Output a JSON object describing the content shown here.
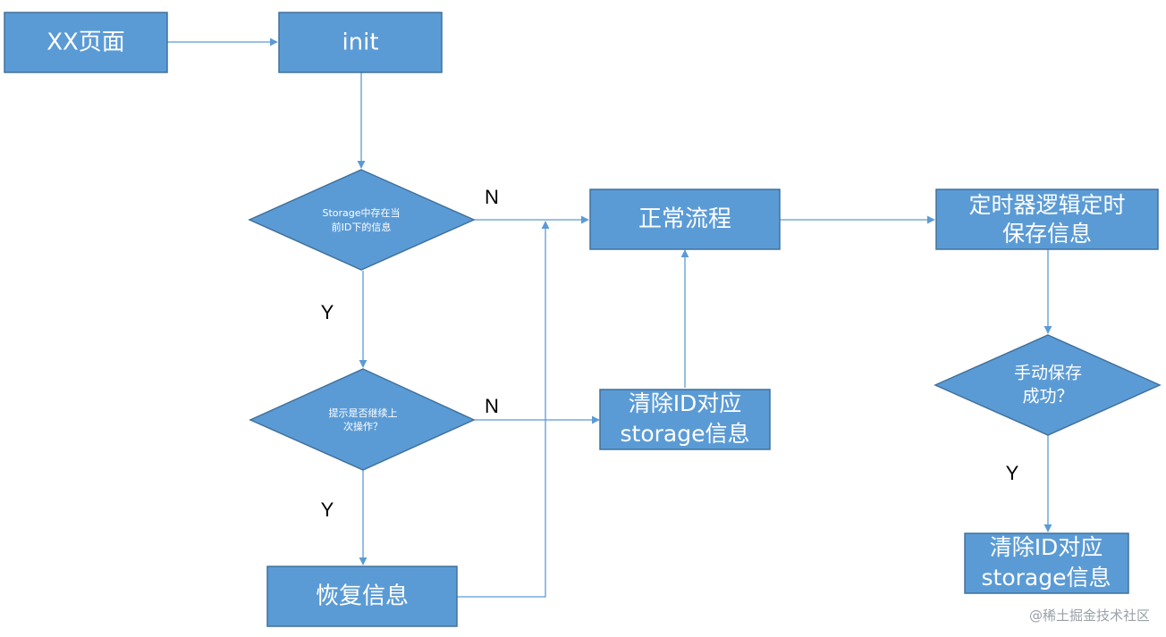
{
  "nodes": {
    "xx_page": "XX页面",
    "init": "init",
    "storage_check": [
      "Storage中存在当",
      "前ID下的信息"
    ],
    "prompt_continue": [
      "提示是否继续上",
      "次操作？"
    ],
    "restore_info": "恢复信息",
    "normal_flow": "正常流程",
    "clear_storage_mid": [
      "清除ID对应",
      "storage信息"
    ],
    "timer_save": [
      "定时器逻辑定时",
      "保存信息"
    ],
    "manual_save_ok": [
      "手动保存",
      "成功？"
    ],
    "clear_storage_right": [
      "清除ID对应",
      "storage信息"
    ]
  },
  "edge_labels": {
    "storage_check_no": "N",
    "storage_check_yes": "Y",
    "prompt_no": "N",
    "prompt_yes": "Y",
    "manual_save_yes": "Y"
  },
  "watermark": "@稀土掘金技术社区",
  "colors": {
    "node_fill": "#5b9bd5",
    "node_border": "#41719c",
    "edge": "#5b9bd5",
    "node_text": "#ffffff"
  }
}
